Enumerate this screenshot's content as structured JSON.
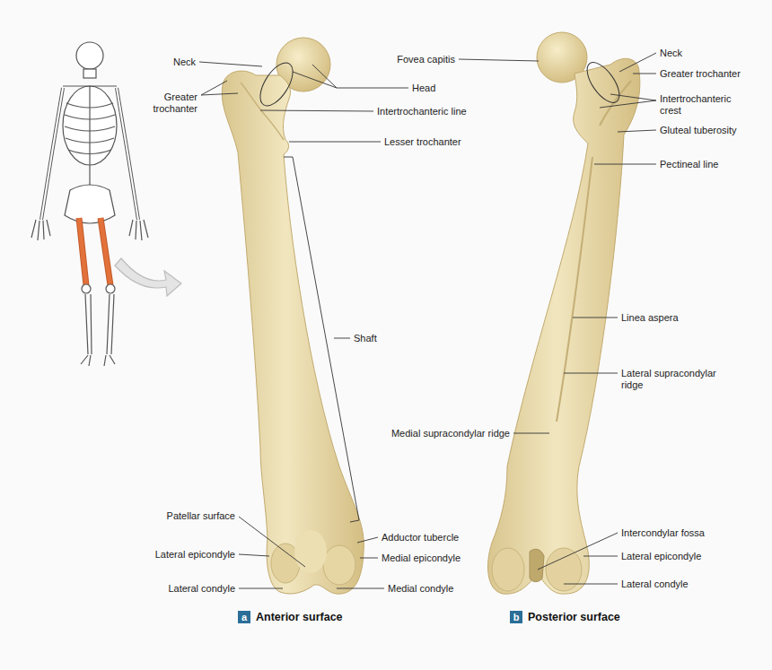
{
  "diagram": {
    "nodes": [
      {
        "text": [
          "a",
          "Anterior surface"
        ]
      },
      {
        "text": [
          "b",
          "Posterior surface"
        ]
      }
    ],
    "labels": [
      "Neck",
      "Greater trochanter",
      "Head",
      "Intertrochanteric line",
      "Lesser trochanter",
      "Shaft",
      "Patellar surface",
      "Lateral epicondyle",
      "Lateral condyle",
      "Adductor tubercle",
      "Medial epicondyle",
      "Medial condyle",
      "Fovea capitis",
      "Neck",
      "Greater trochanter",
      "Intertrochanteric crest",
      "Gluteal tuberosity",
      "Pectineal line",
      "Linea aspera",
      "Lateral supracondylar ridge",
      "Medial supracondylar ridge",
      "Intercondylar fossa",
      "Lateral epicondyle",
      "Lateral condyle"
    ]
  }
}
